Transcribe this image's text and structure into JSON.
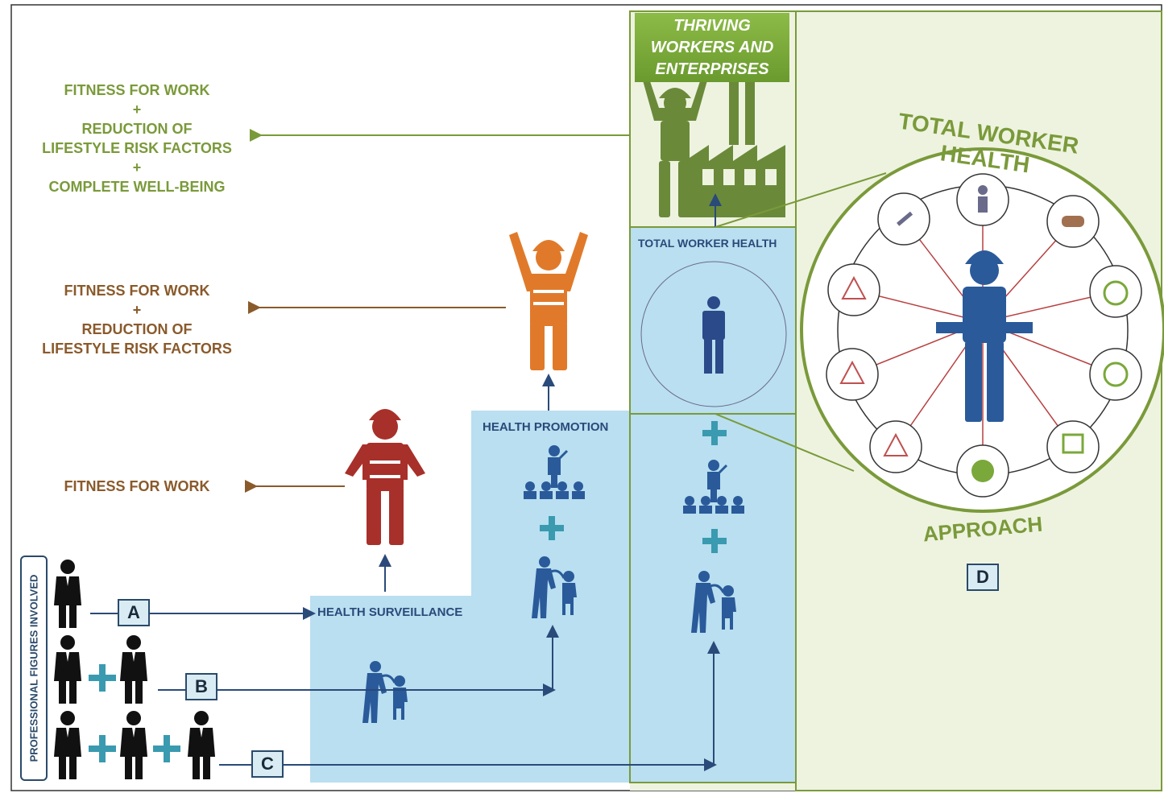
{
  "outcomes": {
    "thriving": [
      "FITNESS FOR WORK",
      "+",
      "REDUCTION OF",
      "LIFESTYLE RISK FACTORS",
      "+",
      "COMPLETE WELL-BEING"
    ],
    "promotion": [
      "FITNESS FOR WORK",
      "+",
      "REDUCTION OF",
      "LIFESTYLE RISK FACTORS"
    ],
    "surveillance": [
      "FITNESS FOR WORK"
    ]
  },
  "banner": [
    "THRIVING",
    "WORKERS AND",
    "ENTERPRISES"
  ],
  "stages": {
    "surveillance": "HEALTH SURVEILLANCE",
    "promotion": "HEALTH PROMOTION",
    "twh": "TOTAL WORKER HEALTH"
  },
  "circle": {
    "top": "TOTAL WORKER HEALTH",
    "bottom": "APPROACH"
  },
  "boxes": {
    "a": "A",
    "b": "B",
    "c": "C",
    "d": "D"
  },
  "professionals_label": "PROFESSIONAL FIGURES INVOLVED",
  "colors": {
    "green": "#7a9a3a",
    "brown": "#8a5a2b",
    "orange": "#e07a2a",
    "red": "#a8302a",
    "navy": "#2a4a7a",
    "light_blue": "#b9dff0",
    "light_green": "#eef3e0",
    "teal_plus": "#3a9ab0"
  },
  "icons": [
    "cigarette-icon",
    "elderly-icon",
    "burger-icon",
    "stopwatch-icon",
    "money-icon",
    "chart-board-icon",
    "gear-person-icon",
    "skull-hazard-icon",
    "biohazard-icon",
    "warning-icon"
  ]
}
